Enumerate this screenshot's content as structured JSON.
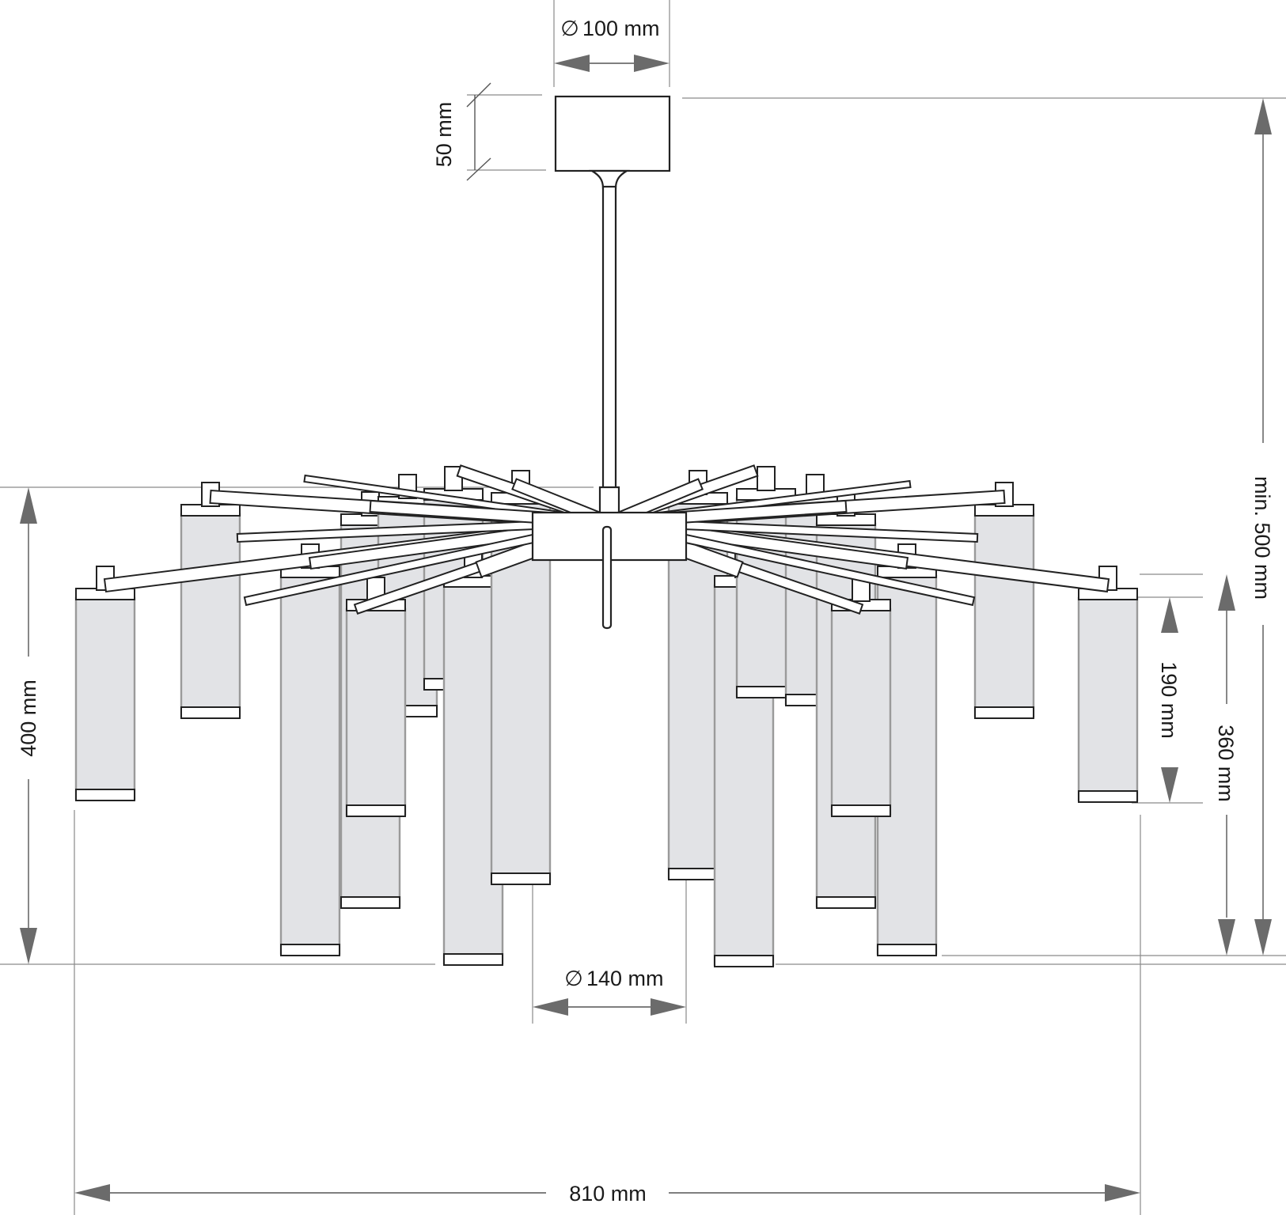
{
  "dimensions": {
    "canopy_diameter": "100 mm",
    "canopy_height": "50 mm",
    "total_height": "min. 500 mm",
    "body_height": "400 mm",
    "longest_shade": "360 mm",
    "short_shade": "190 mm",
    "hub_diameter": "140 mm",
    "overall_width": "810 mm"
  },
  "symbols": {
    "diameter": "∅"
  },
  "colors": {
    "line": "#222222",
    "shade_fill": "#e2e3e6",
    "dimension_arrow": "#6b6b6b"
  }
}
